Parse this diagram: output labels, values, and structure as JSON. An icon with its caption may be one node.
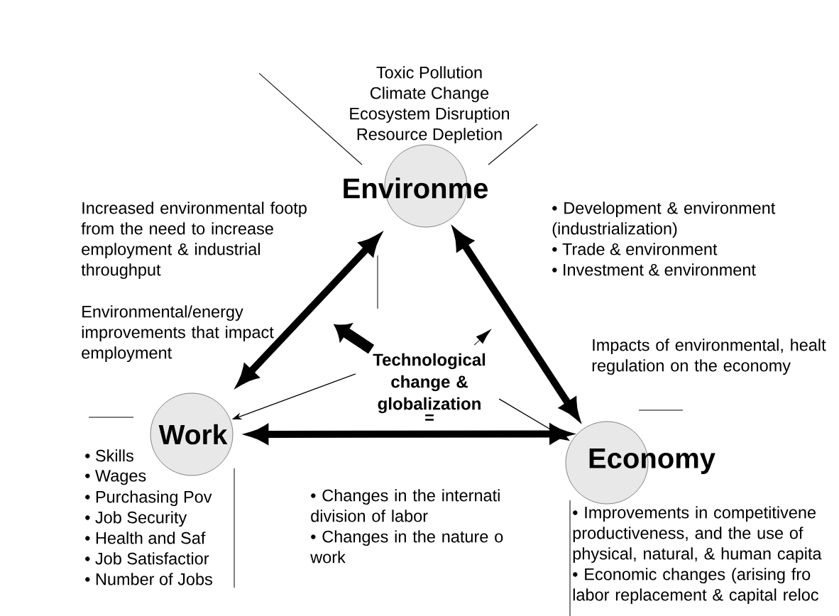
{
  "diagram": {
    "nodes": [
      {
        "text": [
          "Environme"
        ]
      },
      {
        "text": [
          "Work"
        ]
      },
      {
        "text": [
          "Economy"
        ]
      },
      {
        "text": [
          "Technological change & globalization"
        ]
      }
    ],
    "edges": [
      {
        "from": 0,
        "to": 1,
        "arrow": "both"
      },
      {
        "from": 0,
        "to": 2,
        "arrow": "both"
      },
      {
        "from": 1,
        "to": 2,
        "arrow": "both"
      },
      {
        "from": 3,
        "to": 1,
        "arrow": "to"
      },
      {
        "from": 3,
        "to": 2,
        "arrow": "to"
      },
      {
        "from": 3,
        "to": null,
        "arrow": "to"
      },
      {
        "from": 3,
        "to": null,
        "arrow": "to"
      }
    ],
    "labels": [
      "Toxic Pollution",
      "Climate Change",
      "Ecosystem Disruption",
      "Resource Depletion",
      "Increased environmental footp from the need to increase employment & industrial throughput",
      "• Development & environment (industrialization)",
      "• Trade & environment",
      "• Investment & environment",
      "Environmental/energy improvements that impact employment",
      "Impacts of environmental, healt regulation on the economy",
      "=",
      "• Skills",
      "• Wages",
      "• Purchasing Pov",
      "• Job Security",
      "• Health and Saf",
      "• Job Satisfactior",
      "• Number of Jobs",
      "• Changes in the internati division of labor",
      "• Changes in the nature o work",
      "• Improvements in competitivene productiveness, and the use of physical, natural, & human capita",
      "• Economic changes (arising fro labor replacement & capital reloc"
    ]
  }
}
